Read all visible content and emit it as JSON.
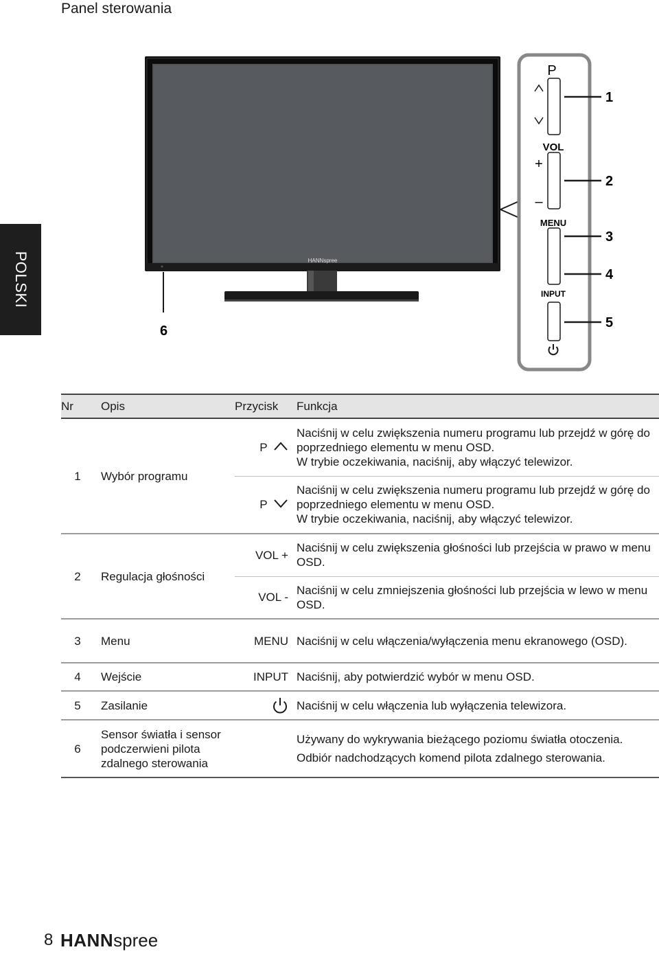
{
  "section_title": "Panel sterowania",
  "side_tab_label": "POLSKI",
  "tv_brand": "HANNspree",
  "panel_labels": {
    "p": "P",
    "vol": "VOL",
    "plus": "+",
    "minus": "–",
    "menu": "MENU",
    "input": "INPUT"
  },
  "callouts": [
    "1",
    "2",
    "3",
    "4",
    "5",
    "6"
  ],
  "table": {
    "headers": {
      "nr": "Nr",
      "opis": "Opis",
      "przycisk": "Przycisk",
      "funkcja": "Funkcja"
    },
    "rows": [
      {
        "nr": "1",
        "opis": "Wybór programu",
        "przycisk": "P",
        "icon": "chevron-up-icon",
        "funkcja": [
          "Naciśnij w celu zwiększenia numeru programu lub przejdź w górę do poprzedniego elementu w menu OSD.",
          "W trybie oczekiwania, naciśnij, aby włączyć telewizor."
        ]
      },
      {
        "przycisk": "P",
        "icon": "chevron-down-icon",
        "funkcja": [
          "Naciśnij w celu zwiększenia numeru programu lub przejdź w górę do poprzedniego elementu w menu OSD.",
          "W trybie oczekiwania, naciśnij, aby włączyć telewizor."
        ]
      },
      {
        "nr": "2",
        "opis": "Regulacja głośności",
        "przycisk": "VOL +",
        "funkcja": [
          "Naciśnij w celu zwiększenia głośności lub przejścia w prawo w menu OSD."
        ]
      },
      {
        "przycisk": "VOL -",
        "funkcja": [
          "Naciśnij w celu zmniejszenia głośności lub przejścia w lewo w menu OSD."
        ]
      },
      {
        "nr": "3",
        "opis": "Menu",
        "przycisk": "MENU",
        "funkcja": [
          "Naciśnij w celu włączenia/wyłączenia menu ekranowego (OSD)."
        ]
      },
      {
        "nr": "4",
        "opis": "Wejście",
        "przycisk": "INPUT",
        "funkcja": [
          "Naciśnij, aby potwierdzić wybór w menu OSD."
        ]
      },
      {
        "nr": "5",
        "opis": "Zasilanie",
        "przycisk": "",
        "icon": "power-icon",
        "funkcja": [
          "Naciśnij w celu włączenia lub wyłączenia telewizora."
        ]
      },
      {
        "nr": "6",
        "opis": "Sensor światła i sensor podczerwieni pilota zdalnego sterowania",
        "przycisk": "",
        "funkcja": [
          "Używany do wykrywania bieżącego poziomu światła otoczenia.",
          "Odbiór nadchodzących komend pilota zdalnego sterowania."
        ]
      }
    ]
  },
  "footer": {
    "page_number": "8",
    "brand_strong": "HANN",
    "brand_light": "spree"
  }
}
